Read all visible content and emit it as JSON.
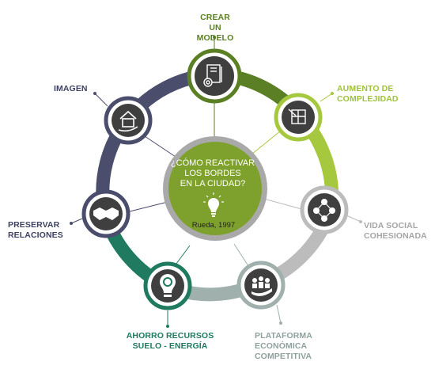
{
  "center": {
    "question": [
      "¿CÓMO REACTIVAR",
      "LOS BORDES",
      "EN LA CIUDAD?"
    ],
    "citation": "Rueda, 1997"
  },
  "nodes": [
    {
      "id": "crear",
      "lines": [
        "CREAR",
        "UN MODELO"
      ],
      "color": "#5a7f22",
      "icon": "blueprint-gears-icon"
    },
    {
      "id": "aumento",
      "lines": [
        "AUMENTO DE",
        "COMPLEJIDAD"
      ],
      "color": "#9fc23a",
      "icon": "plan-document-icon"
    },
    {
      "id": "vida",
      "lines": [
        "VIDA SOCIAL",
        "COHESIONADA"
      ],
      "color": "#b5b5b5",
      "icon": "social-network-icon"
    },
    {
      "id": "plataforma",
      "lines": [
        "PLATAFORMA",
        "ECONÓMICA",
        "COMPETITIVA"
      ],
      "color": "#94a8a4",
      "icon": "people-growth-icon"
    },
    {
      "id": "ahorro",
      "lines": [
        "AHORRO RECURSOS",
        "SUELO - ENERGÍA"
      ],
      "color": "#1d7a5f",
      "icon": "recycle-bulb-icon"
    },
    {
      "id": "preservar",
      "lines": [
        "PRESERVAR",
        "RELACIONES"
      ],
      "color": "#3e4160",
      "icon": "handshake-icon"
    },
    {
      "id": "imagen",
      "lines": [
        "IMAGEN"
      ],
      "color": "#3e4160",
      "icon": "house-hand-icon"
    }
  ]
}
